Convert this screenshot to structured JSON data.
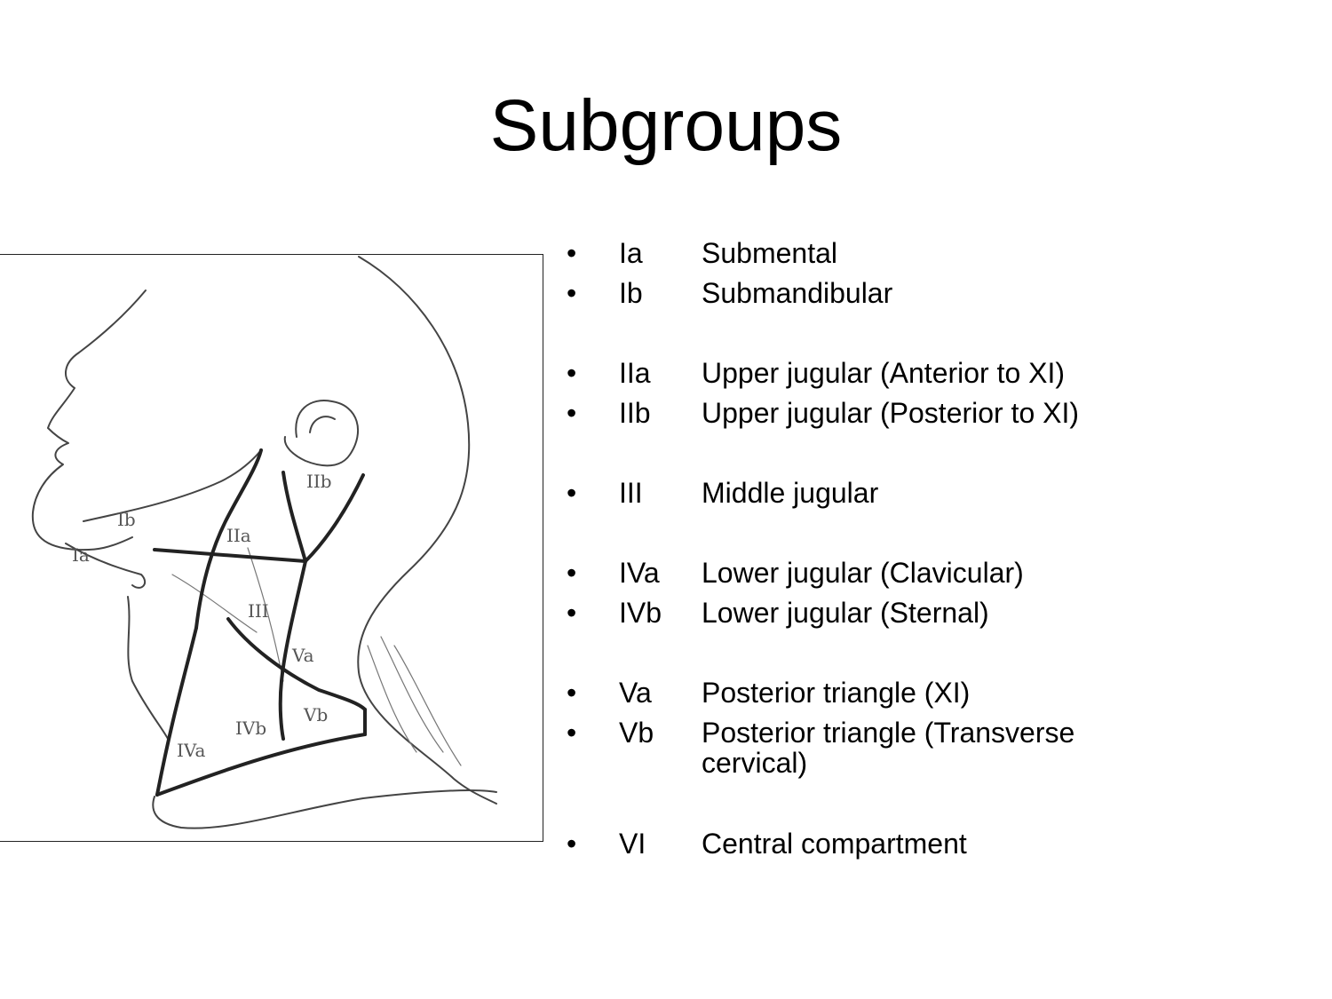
{
  "slide": {
    "title": "Subgroups"
  },
  "figure": {
    "labels": [
      "Ia",
      "Ib",
      "IIa",
      "IIb",
      "III",
      "Va",
      "Vb",
      "IVa",
      "IVb"
    ]
  },
  "levels": [
    {
      "bullet": "•",
      "code": "Ia",
      "description": "Submental"
    },
    {
      "bullet": "•",
      "code": "Ib",
      "description": "Submandibular"
    },
    {
      "bullet": "•",
      "code": "IIa",
      "description": "Upper jugular (Anterior to XI)"
    },
    {
      "bullet": "•",
      "code": "IIb",
      "description": "Upper jugular (Posterior to XI)"
    },
    {
      "bullet": "•",
      "code": "III",
      "description": "Middle jugular"
    },
    {
      "bullet": "•",
      "code": "IVa",
      "description": "Lower jugular (Clavicular)"
    },
    {
      "bullet": "•",
      "code": "IVb",
      "description": "Lower jugular (Sternal)"
    },
    {
      "bullet": "•",
      "code": "Va",
      "description": "Posterior triangle (XI)"
    },
    {
      "bullet": "•",
      "code": "Vb",
      "description": "Posterior triangle (Transverse cervical)"
    },
    {
      "bullet": "•",
      "code": "VI",
      "description": "Central compartment"
    }
  ]
}
